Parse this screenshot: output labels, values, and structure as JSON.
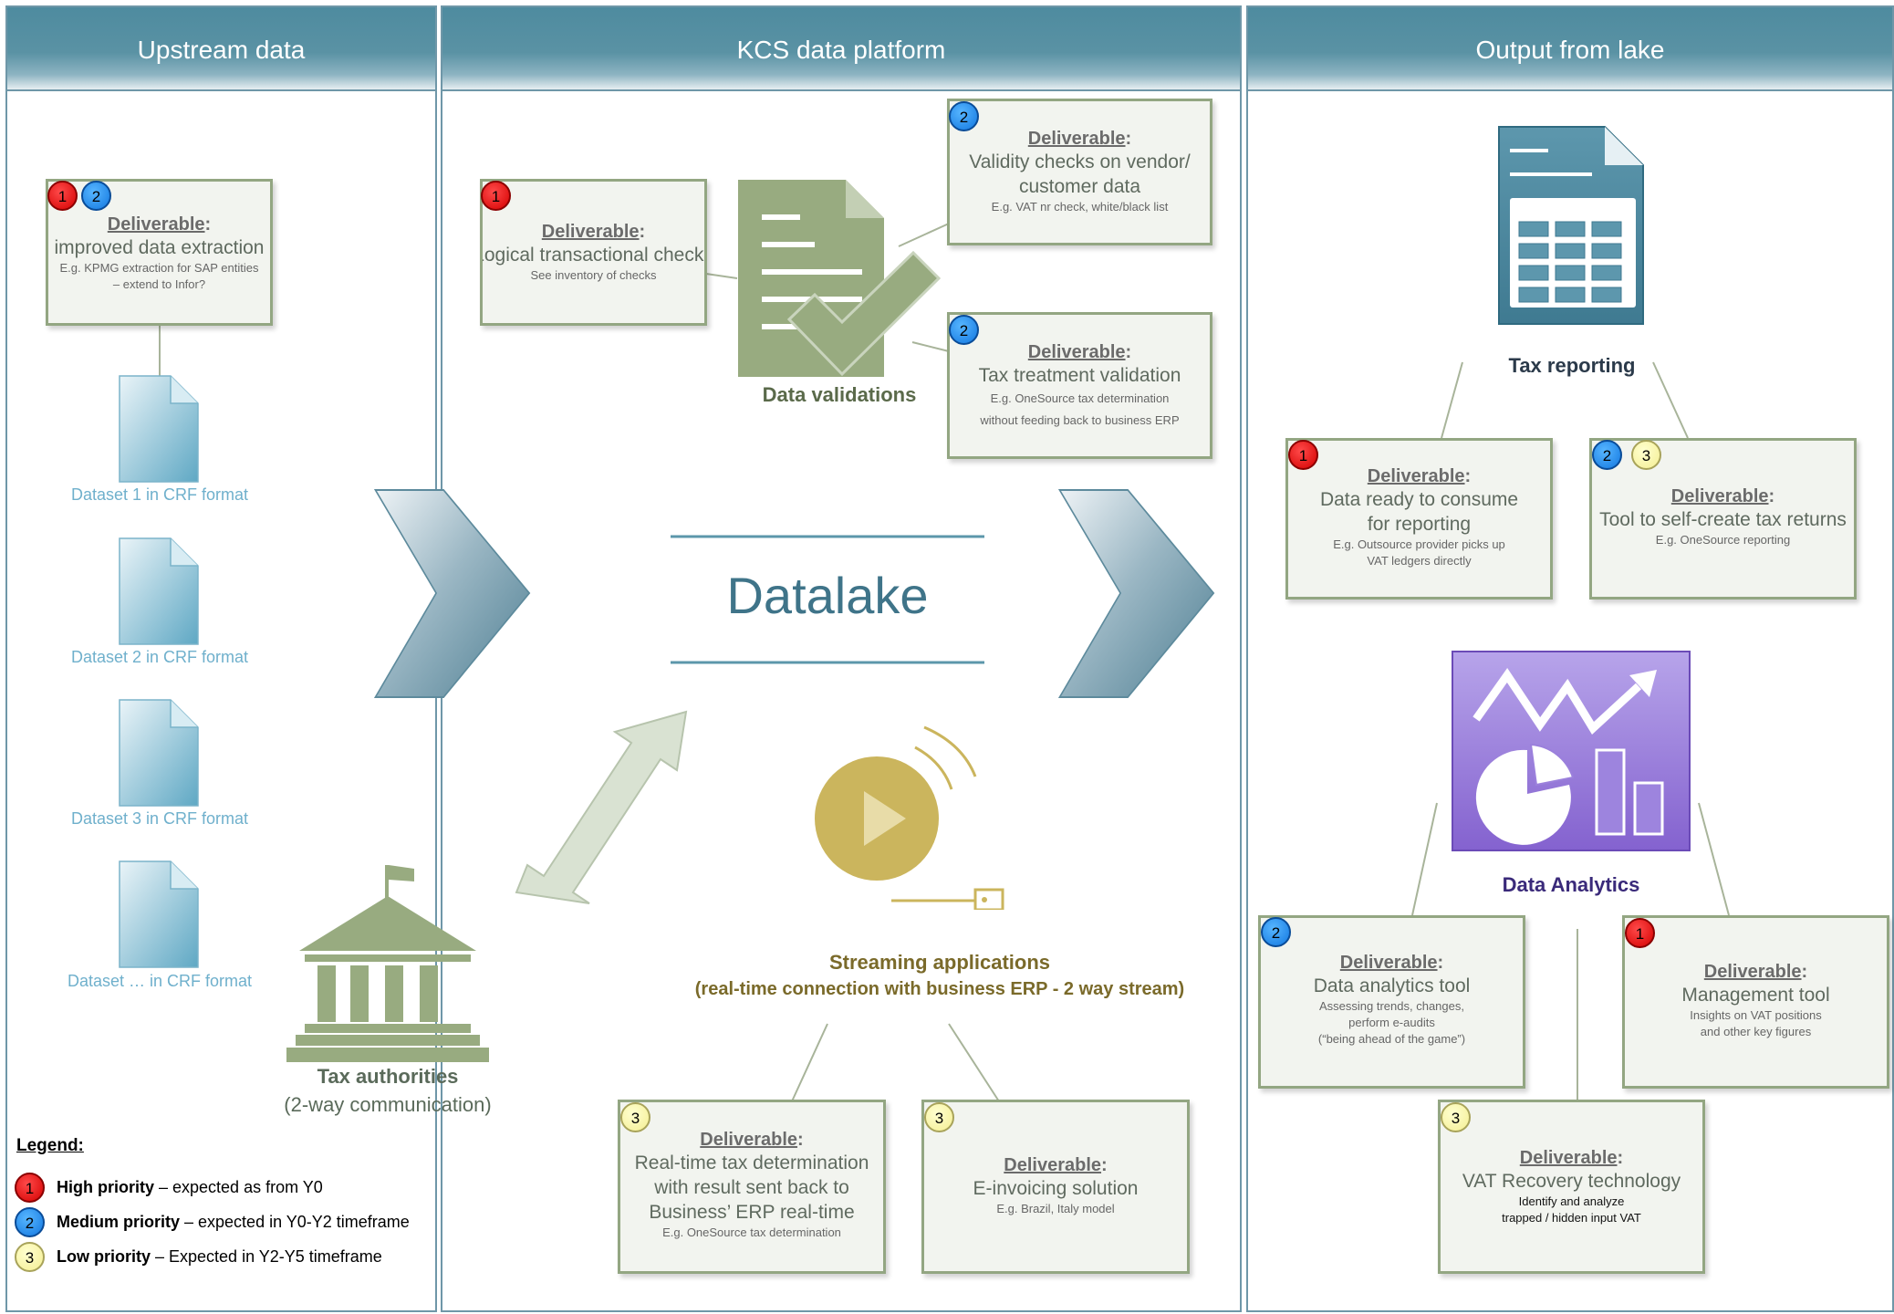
{
  "columns": {
    "upstream": "Upstream data",
    "platform": "KCS data platform",
    "output": "Output from lake"
  },
  "deliverable_label": "Deliverable",
  "upstream": {
    "extraction": {
      "title": "improved data extraction",
      "sub1": "E.g. KPMG extraction for SAP entities",
      "sub2": "– extend to Infor?"
    },
    "datasets": [
      "Dataset 1 in CRF format",
      "Dataset 2 in CRF format",
      "Dataset 3 in CRF format",
      "Dataset …  in CRF format"
    ],
    "tax_authorities": {
      "title": "Tax authorities",
      "sub": "(2-way communication)"
    },
    "legend": {
      "title": "Legend:",
      "items": [
        {
          "badge": "1",
          "bold": "High priority",
          "rest": " – expected as from Y0"
        },
        {
          "badge": "2",
          "bold": "Medium priority",
          "rest": " – expected in Y0-Y2 timeframe"
        },
        {
          "badge": "3",
          "bold": "Low priority",
          "rest": " – Expected in Y2-Y5 timeframe"
        }
      ]
    }
  },
  "platform": {
    "logical": {
      "title": "Logical transactional checks",
      "sub": "See inventory of checks"
    },
    "validity": {
      "title1": "Validity checks on vendor/",
      "title2": "customer data",
      "sub": "E.g. VAT nr check, white/black list"
    },
    "treatment": {
      "title": "Tax treatment validation",
      "sub1": "E.g. OneSource tax determination",
      "sub2": "without feeding back to business ERP"
    },
    "validations_label": "Data validations",
    "datalake": "Datalake",
    "streaming": {
      "title": "Streaming applications",
      "sub": "(real-time connection with business ERP - 2 way stream)"
    },
    "realtime": {
      "t1": "Real-time tax determination",
      "t2": "with result  sent back to",
      "t3": "Business’ ERP real-time",
      "sub": "E.g. OneSource tax determination"
    },
    "einvoicing": {
      "title": "E-invoicing solution",
      "sub": "E.g. Brazil, Italy model"
    }
  },
  "output": {
    "tax_reporting_label": "Tax reporting",
    "ready": {
      "t1": "Data ready to consume",
      "t2": "for reporting",
      "sub1": "E.g. Outsource provider picks up",
      "sub2": "VAT ledgers directly"
    },
    "selfcreate": {
      "title": "Tool to self-create tax returns",
      "sub": "E.g. OneSource reporting"
    },
    "analytics_label": "Data Analytics",
    "analytics_tool": {
      "title": "Data analytics tool",
      "sub1": "Assessing trends, changes,",
      "sub2": "perform e-audits",
      "sub3": "(“being ahead of the game”)"
    },
    "management": {
      "title": "Management tool",
      "sub1": "Insights on VAT positions",
      "sub2": "and other  key figures"
    },
    "vat_recovery": {
      "title": "VAT Recovery technology",
      "sub1": "Identify and analyze",
      "sub2": "trapped / hidden input VAT"
    }
  },
  "badges": {
    "one": "1",
    "two": "2",
    "three": "3"
  },
  "colors": {
    "header": "#4e8b9f",
    "box_border": "#93a682",
    "green_icon": "#98ab80",
    "gold": "#cbb55d",
    "purple": "#8d6fd1",
    "priority_high": "#e00000",
    "priority_medium": "#1a7fe6",
    "priority_low": "#f4ee92"
  }
}
